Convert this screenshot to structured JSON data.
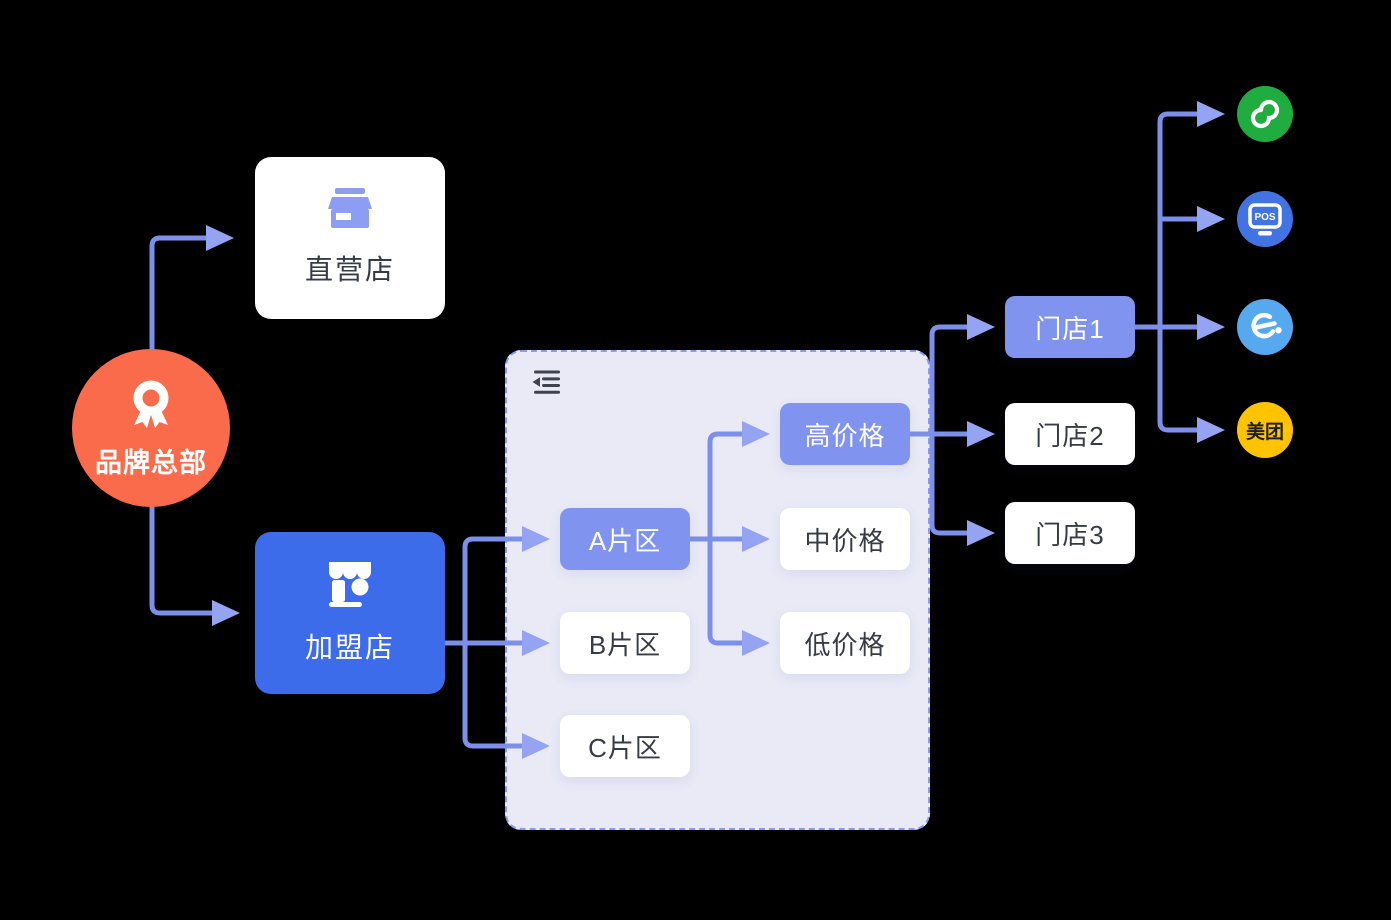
{
  "canvas": {
    "background": "#000000"
  },
  "root": {
    "label": "品牌总部",
    "color": "#FA6B4C",
    "icon": "medal-icon"
  },
  "direct_store": {
    "label": "直营店",
    "color": "#FFFFFF",
    "icon": "storefront-icon",
    "icon_color": "#8C9DF3"
  },
  "franchise_store": {
    "label": "加盟店",
    "color": "#3D6CEA",
    "icon": "shop-icon"
  },
  "group_panel": {
    "icon": "outdent-icon",
    "background": "#E9EAF6",
    "border_color": "#8A9BEF"
  },
  "zones": [
    {
      "label": "A片区",
      "highlighted": true
    },
    {
      "label": "B片区",
      "highlighted": false
    },
    {
      "label": "C片区",
      "highlighted": false
    }
  ],
  "price_tiers": [
    {
      "label": "高价格",
      "highlighted": true
    },
    {
      "label": "中价格",
      "highlighted": false
    },
    {
      "label": "低价格",
      "highlighted": false
    }
  ],
  "stores": [
    {
      "label": "门店1",
      "highlighted": true
    },
    {
      "label": "门店2",
      "highlighted": false
    },
    {
      "label": "门店3",
      "highlighted": false
    }
  ],
  "platforms": [
    {
      "name": "wechat-miniprogram",
      "label": "",
      "color": "#1FAD3F"
    },
    {
      "name": "pos-terminal",
      "label": "POS",
      "color": "#4273E2"
    },
    {
      "name": "eleme",
      "label": "",
      "color": "#56A8EF"
    },
    {
      "name": "meituan",
      "label": "美团",
      "color": "#FFC300"
    }
  ],
  "colors": {
    "highlight_node": "#8094EF",
    "connector_line": "#7C8FE9",
    "connector_arrow": "#95A4F2",
    "card_text": "#363B45"
  }
}
